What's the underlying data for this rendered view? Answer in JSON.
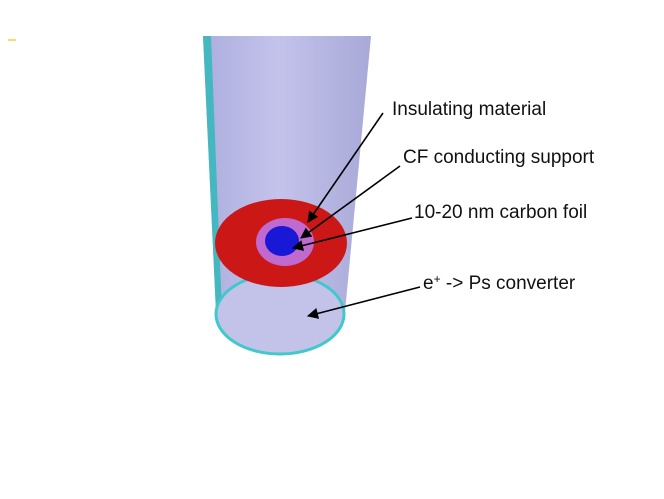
{
  "labels": {
    "insulating": "Insulating material",
    "cf_support": "CF conducting support",
    "carbon_foil": "10-20 nm carbon foil",
    "converter_particle": "e",
    "converter_charge": "+",
    "converter_rest": " -> Ps converter"
  },
  "colors": {
    "tube_body": "#b9b9e6",
    "tube_edge": "#3fbfc0",
    "ring_outer": "#d01414",
    "ring_middle": "#c46ad2",
    "core": "#1a1ad8",
    "arrow": "#000000"
  }
}
